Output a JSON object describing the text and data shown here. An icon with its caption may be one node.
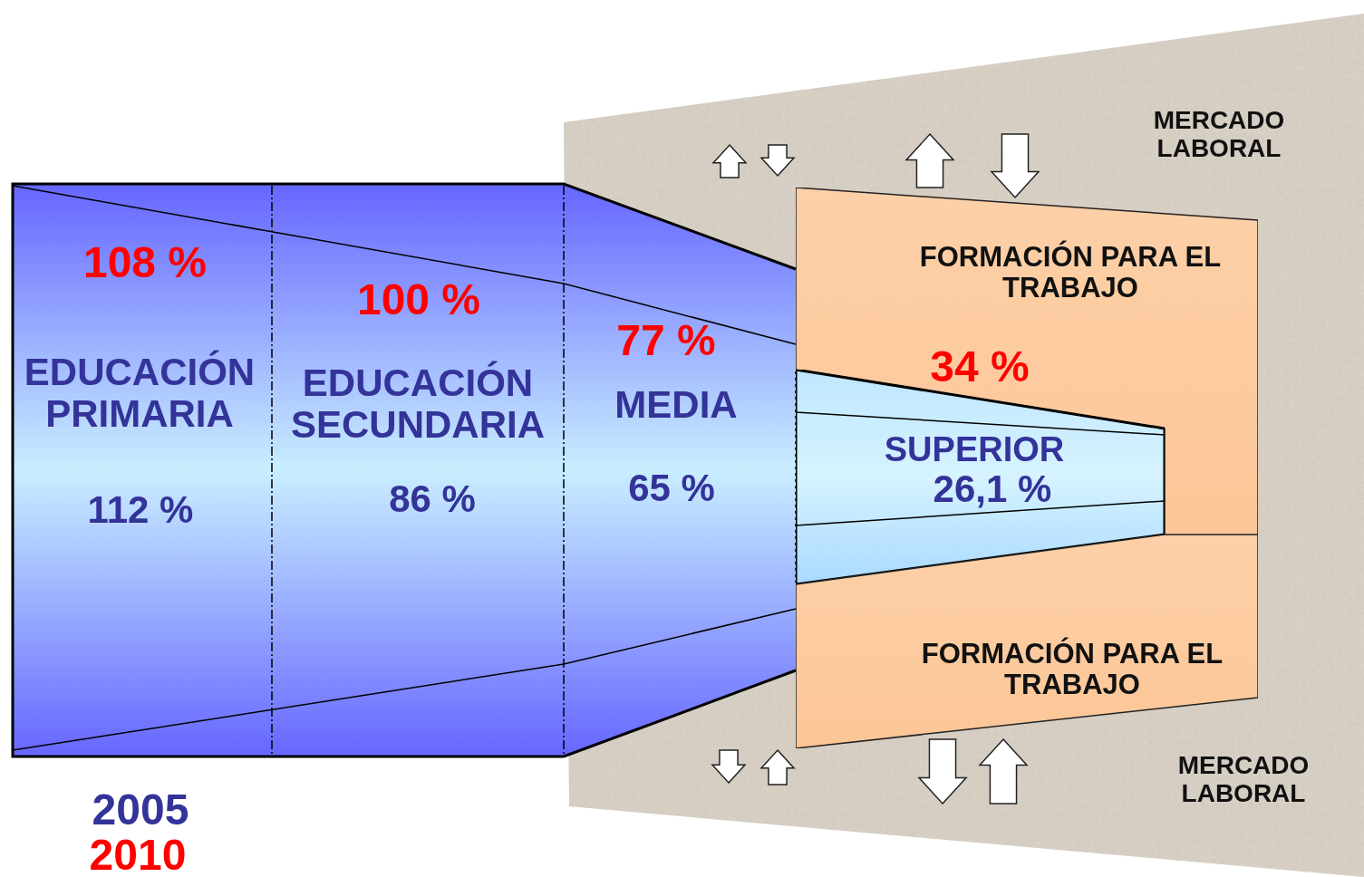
{
  "diagram": {
    "nodes": [
      {
        "text": [
          "MERCADO LABORAL"
        ]
      },
      {
        "text": [
          "108 %",
          "EDUCACIÓN PRIMARIA",
          "112 %"
        ]
      },
      {
        "text": [
          "100 %",
          "EDUCACIÓN SECUNDARIA",
          "86 %"
        ]
      },
      {
        "text": [
          "77 %",
          "MEDIA",
          "65 %"
        ]
      },
      {
        "text": [
          "FORMACIÓN PARA EL TRABAJO",
          "34 %"
        ]
      },
      {
        "text": [
          "SUPERIOR",
          "26,1 %"
        ]
      },
      {
        "text": [
          "FORMACIÓN PARA EL TRABAJO"
        ]
      },
      {
        "text": [
          "MERCADO LABORAL"
        ]
      }
    ],
    "edges": [],
    "labels": [
      "2005",
      "2010"
    ]
  }
}
